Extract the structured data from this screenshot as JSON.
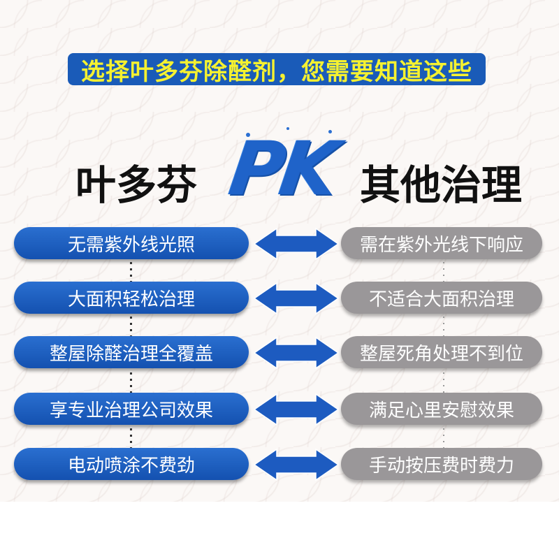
{
  "banner": {
    "text": "选择叶多芬除醛剂，您需要知道这些"
  },
  "heading": {
    "left": "叶多芬",
    "versus": "PK",
    "right": "其他治理"
  },
  "colors": {
    "banner_bg": "#1a5bb8",
    "banner_text": "#f5f130",
    "left_pill": "#1f5fc4",
    "right_pill": "#9a9799",
    "pk": "#1f63c9"
  },
  "comparisons": [
    {
      "left": "无需紫外线光照",
      "right": "需在紫外光线下响应"
    },
    {
      "left": "大面积轻松治理",
      "right": "不适合大面积治理"
    },
    {
      "left": "整屋除醛治理全覆盖",
      "right": "整屋死角处理不到位"
    },
    {
      "left": "享专业治理公司效果",
      "right": "满足心里安慰效果"
    },
    {
      "left": "电动喷涂不费劲",
      "right": "手动按压费时费力"
    }
  ]
}
